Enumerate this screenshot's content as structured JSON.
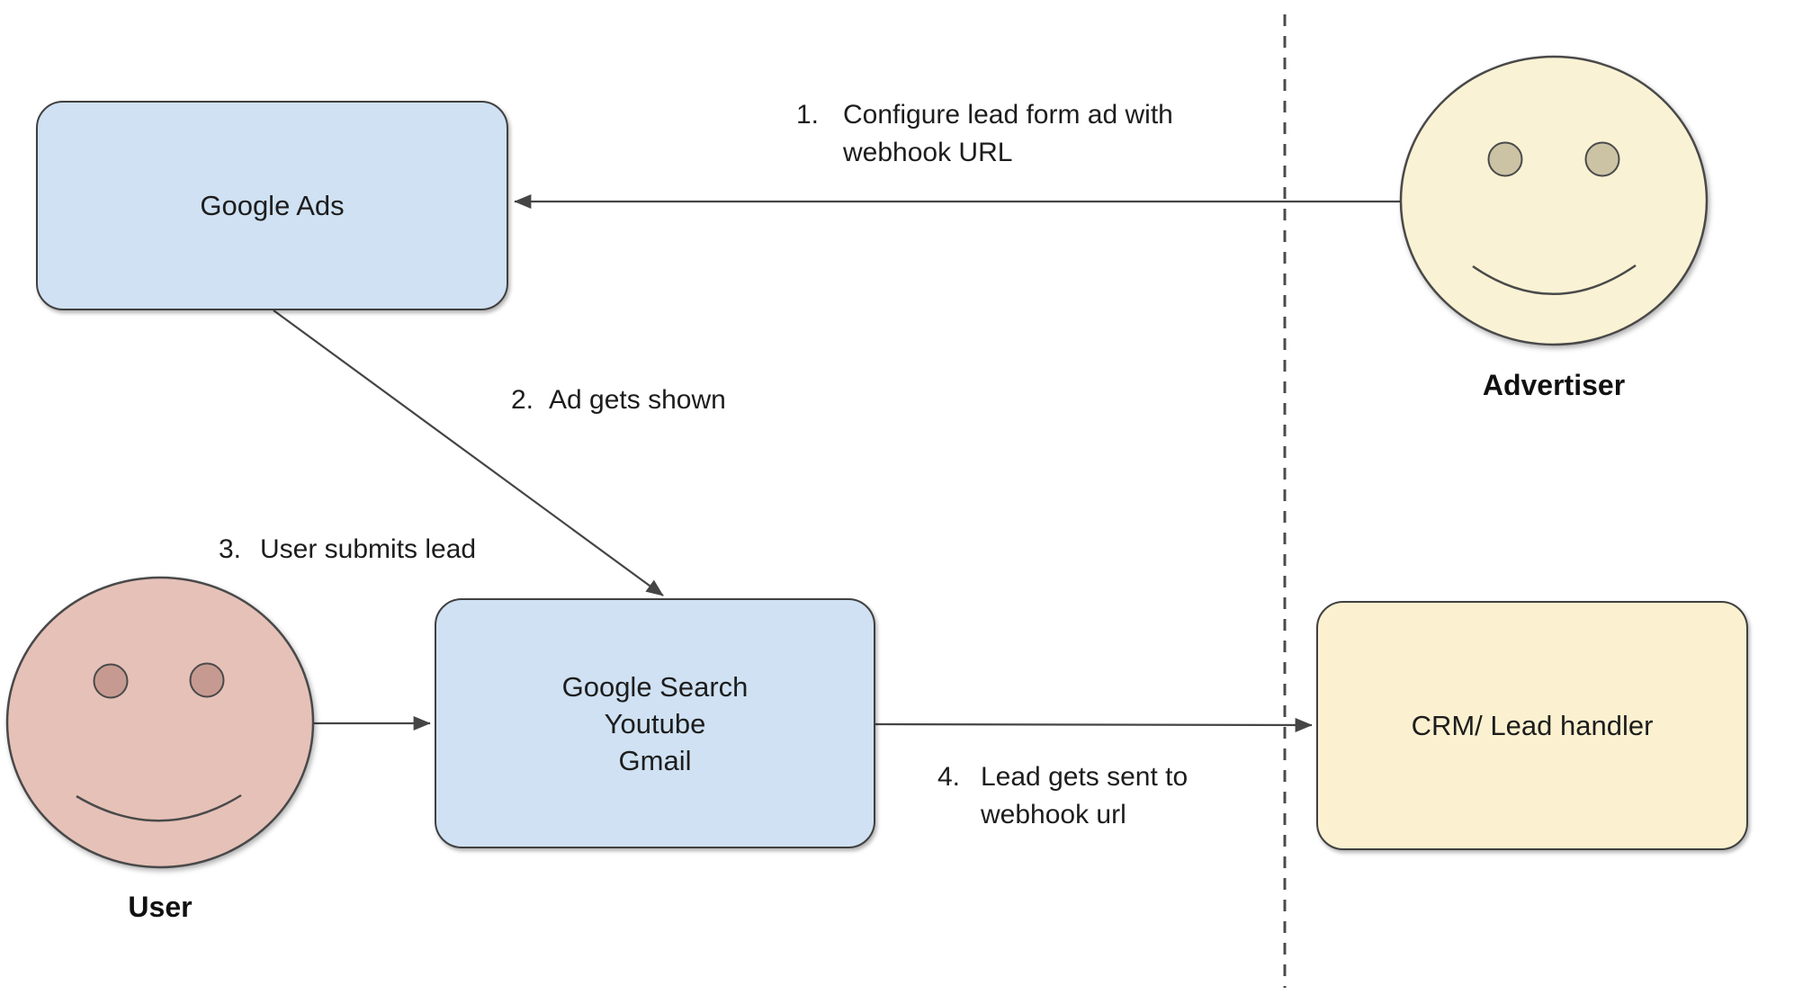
{
  "diagram": {
    "nodes": {
      "google_ads": {
        "label": "Google Ads"
      },
      "platforms": {
        "lines": [
          "Google Search",
          "Youtube",
          "Gmail"
        ]
      },
      "crm": {
        "label": "CRM/ Lead handler"
      }
    },
    "actors": {
      "advertiser": {
        "label": "Advertiser"
      },
      "user": {
        "label": "User"
      }
    },
    "steps": [
      {
        "number": "1.",
        "lines": [
          "Configure lead form ad with",
          "webhook URL"
        ]
      },
      {
        "number": "2.",
        "lines": [
          "Ad gets shown"
        ]
      },
      {
        "number": "3.",
        "lines": [
          "User submits lead"
        ]
      },
      {
        "number": "4.",
        "lines": [
          "Lead gets sent to",
          "webhook url"
        ]
      }
    ],
    "colors": {
      "node_blue": "#cfe1f2",
      "node_yellow": "#fbf1d0",
      "actor_yellow": "#faf2d4",
      "actor_pink": "#e6c1b8",
      "advertiser_eye": "#cbc3a4",
      "user_eye": "#c79a91",
      "stroke": "#454545",
      "text": "#1d1d1d"
    }
  }
}
